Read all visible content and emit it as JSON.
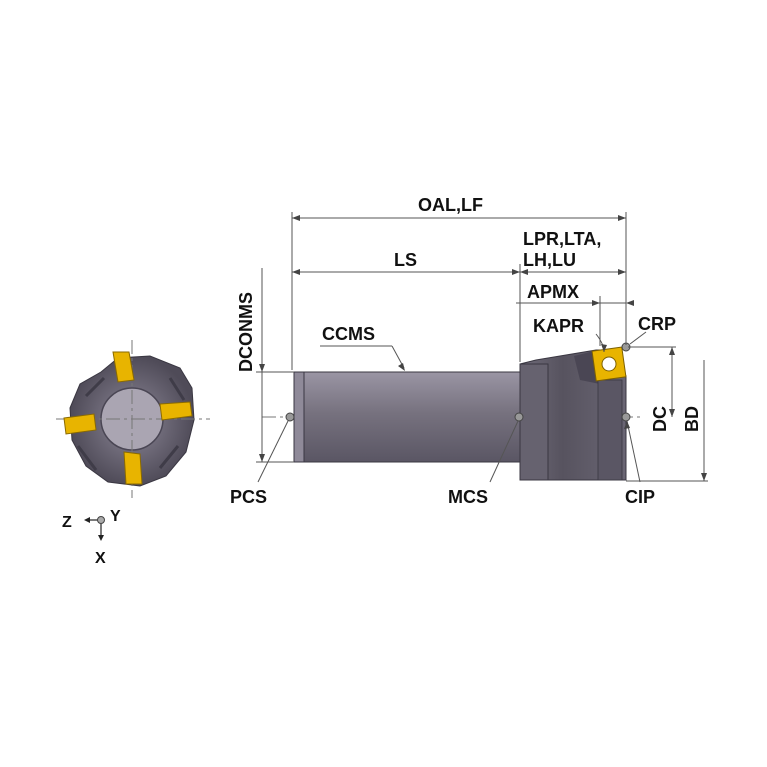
{
  "labels": {
    "oal_lf": "OAL,LF",
    "ls": "LS",
    "lpr_lta": "LPR,LTA,",
    "lh_lu": "LH,LU",
    "apmx": "APMX",
    "kapr": "KAPR",
    "crp": "CRP",
    "dconms": "DCONMS",
    "ccms": "CCMS",
    "dc": "DC",
    "bd": "BD",
    "pcs": "PCS",
    "mcs": "MCS",
    "cip": "CIP"
  },
  "axes": {
    "z": "Z",
    "y": "Y",
    "x": "X"
  },
  "colors": {
    "body_dark": "#5e5a68",
    "body_mid": "#7a7584",
    "body_light": "#9c97a6",
    "insert_gold": "#e8b400",
    "dimension_line": "#555555"
  }
}
